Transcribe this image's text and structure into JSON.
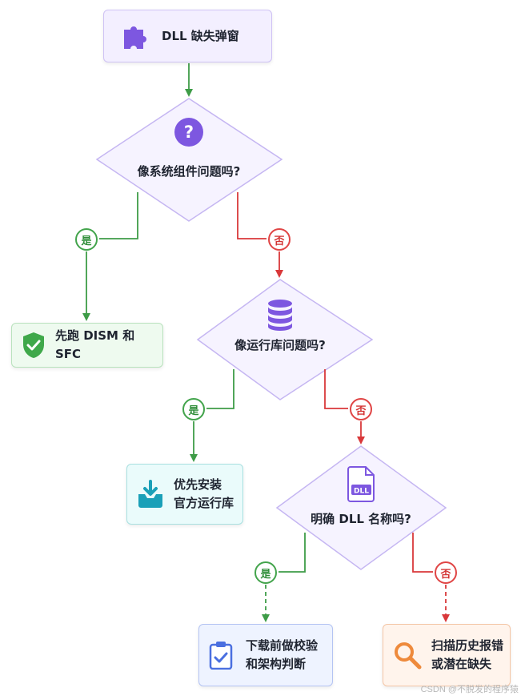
{
  "start": {
    "label": "DLL 缺失弹窗",
    "icon": "puzzle-icon"
  },
  "decisions": [
    {
      "label": "像系统组件问题吗?",
      "icon": "question-icon"
    },
    {
      "label": "像运行库问题吗?",
      "icon": "database-icon"
    },
    {
      "label": "明确 DLL 名称吗?",
      "icon": "dll-file-icon",
      "icon_text": "DLL"
    }
  ],
  "outcomes": {
    "dism_sfc": {
      "label": "先跑 DISM 和 SFC",
      "icon": "shield-check-icon"
    },
    "install_runtime": {
      "lines": [
        "优先安装",
        "官方运行库"
      ],
      "icon": "download-tray-icon"
    },
    "download_verify": {
      "lines": [
        "下载前做校验",
        "和架构判断"
      ],
      "icon": "clipboard-check-icon"
    },
    "scan_history": {
      "lines": [
        "扫描历史报错",
        "或潜在缺失"
      ],
      "icon": "magnifier-icon"
    }
  },
  "branch_labels": {
    "yes": "是",
    "no": "否"
  },
  "watermark": "CSDN @不脱发的程序猿",
  "colors": {
    "purple": "#7d57e0",
    "green": "#3e9c47",
    "red": "#d9383a",
    "teal": "#1aa0b8",
    "blue": "#4a6fe0",
    "orange": "#ee8a3c"
  }
}
